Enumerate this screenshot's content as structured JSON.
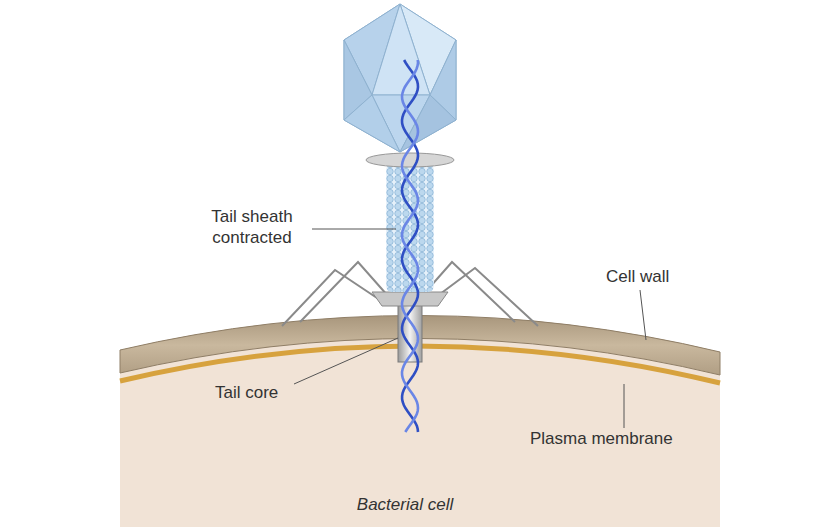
{
  "diagram": {
    "labels": [
      "Tail sheath contracted",
      "Cell wall",
      "Tail core",
      "Plasma membrane",
      "Bacterial cell"
    ]
  }
}
